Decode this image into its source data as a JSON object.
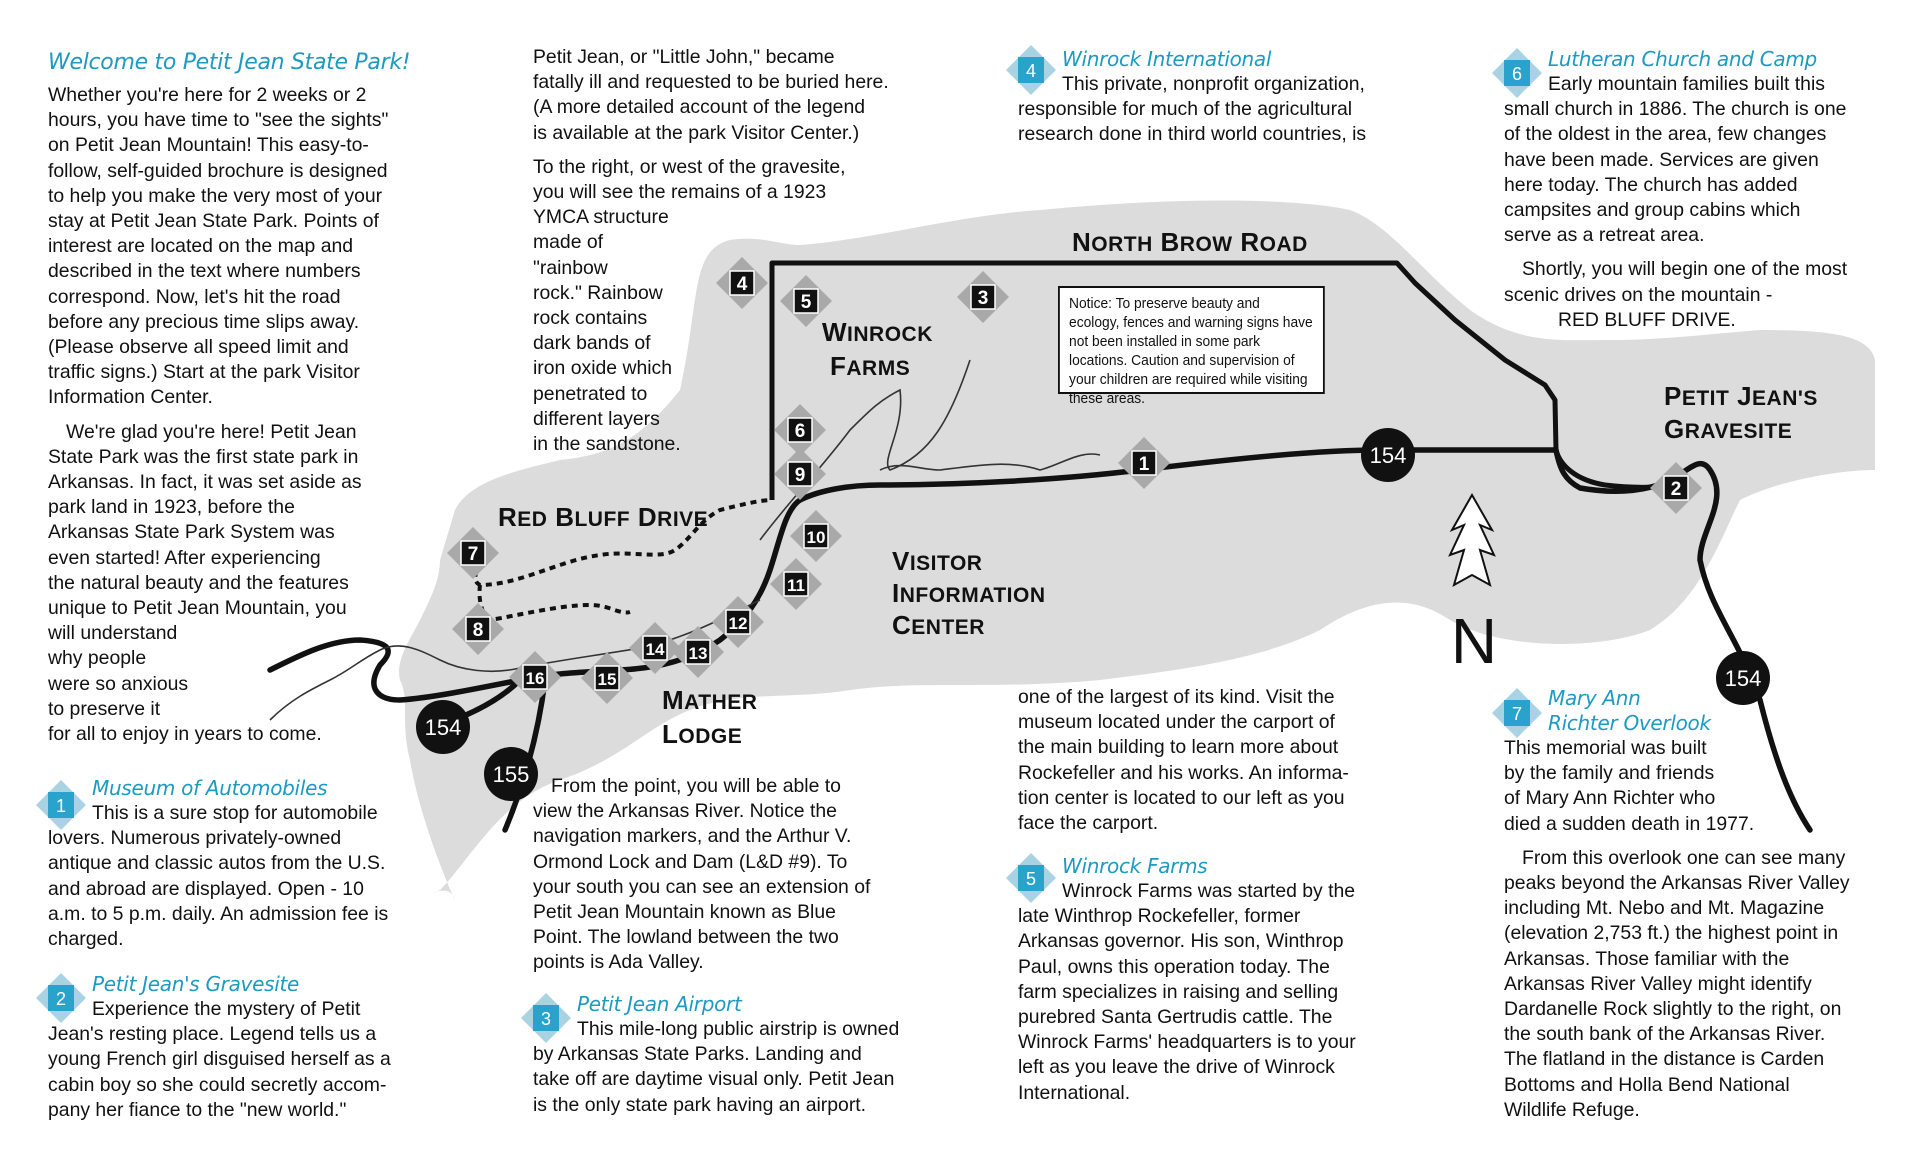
{
  "map": {
    "labels": {
      "north_brow_road": "North Brow Road",
      "winrock_farms_1": "Winrock",
      "winrock_farms_2": "Farms",
      "red_bluff_drive": "Red Bluff Drive",
      "visitor_center_1": "Visitor",
      "visitor_center_2": "Information",
      "visitor_center_3": "Center",
      "mather_lodge_1": "Mather",
      "mather_lodge_2": "Lodge",
      "petit_jeans_gravesite_1": "Petit Jean's",
      "petit_jeans_gravesite_2": "Gravesite",
      "north_arrow": "N"
    },
    "highway_shields": [
      "154",
      "154",
      "154",
      "155"
    ],
    "markers": [
      "1",
      "2",
      "3",
      "4",
      "5",
      "6",
      "7",
      "8",
      "9",
      "10",
      "11",
      "12",
      "13",
      "14",
      "15",
      "16"
    ],
    "notice": "Notice:  To preserve beauty and ecology, fences and warning signs have not been installed in some park locations.  Caution and supervision of your children are required while visiting these areas."
  },
  "col1": {
    "welcome_title": "Welcome to Petit Jean State Park!",
    "welcome_p1": "Whether you're here for 2 weeks or 2\nhours, you have time to \"see the sights\"\non Petit Jean Mountain!  This easy-to-\nfollow, self-guided brochure is designed\nto help you make the very most of your\nstay at Petit Jean State Park.  Points of\ninterest are located on the map and\ndescribed in the text where numbers\ncorrespond.  Now, let's hit the road\nbefore any precious time slips away.\n(Please observe all speed limit and\ntraffic signs.)  Start at the park Visitor\nInformation Center.",
    "welcome_p2": "We're glad you're here!  Petit Jean\nState Park was the first state park in\nArkansas.  In fact, it was set aside as\npark land in 1923, before the\nArkansas State Park System was\neven started!  After experiencing\nthe natural beauty and the features\nunique to Petit Jean Mountain, you\nwill understand\nwhy people\nwere so anxious\nto preserve it\nfor all to enjoy in years to come.",
    "s1_num": "1",
    "s1_title": "Museum of Automobiles",
    "s1_text": "This is a sure stop for automobile\nlovers.  Numerous privately-owned\nantique and classic autos from the U.S.\nand abroad are displayed.  Open - 10\na.m. to 5 p.m. daily.  An admission fee is\ncharged.",
    "s2_num": "2",
    "s2_title": "Petit Jean's Gravesite",
    "s2_text": "Experience the mystery of Petit\nJean's resting place.  Legend tells us a\nyoung French girl disguised herself as a\ncabin boy so she could secretly accom-\npany her fiance to the \"new world.\""
  },
  "col2": {
    "p1": "Petit Jean, or \"Little John,\" became\nfatally ill and requested to be buried here.\n(A more detailed account of the legend\nis available at the park Visitor Center.)",
    "p2": "To the right, or west of the gravesite,\nyou will see the remains of a 1923\nYMCA structure\nmade of\n\"rainbow\nrock.\"  Rainbow\nrock contains\ndark bands of\niron oxide which\npenetrated to\ndifferent layers\nin the sandstone.",
    "p3": "From the point, you will be able to\nview the Arkansas River.  Notice the\nnavigation markers, and the Arthur V.\nOrmond Lock and Dam (L&D #9).  To\nyour south you can see an extension of\nPetit Jean Mountain known as Blue\nPoint.  The lowland between the two\npoints is Ada Valley.",
    "s3_num": "3",
    "s3_title": "Petit Jean Airport",
    "s3_text": "This mile-long public airstrip is owned\nby Arkansas State Parks.  Landing and\ntake off are daytime visual only.  Petit Jean\nis the only state park having an airport."
  },
  "col3": {
    "s4_num": "4",
    "s4_title": "Winrock International",
    "s4_text": "This private, nonprofit organization,\nresponsible for much of the agricultural\nresearch done in third world countries, is",
    "p_cont": "one of the largest of its kind.  Visit the\nmuseum located under the carport of\nthe main building to learn more about\nRockefeller and his works.  An informa-\ntion center is located to our left as you\nface the carport.",
    "s5_num": "5",
    "s5_title": "Winrock Farms",
    "s5_text": "Winrock Farms was started by the\nlate Winthrop Rockefeller, former\nArkansas governor.  His son, Winthrop\nPaul, owns this operation today.  The\nfarm specializes in raising and selling\npurebred Santa Gertrudis cattle.  The\nWinrock Farms' headquarters is to your\nleft as you leave the drive of Winrock\nInternational."
  },
  "col4": {
    "s6_num": "6",
    "s6_title": "Lutheran Church and Camp",
    "s6_text": "Early mountain families built this\nsmall church in 1886.  The church is one\nof the oldest in the area, few changes\nhave been made.  Services are given\nhere today.  The church has added\ncampsites and group cabins which\nserve as a retreat area.",
    "p_shortly": "Shortly, you will begin one of the most\nscenic drives on the mountain -",
    "p_red": "RED BLUFF DRIVE.",
    "s7_num": "7",
    "s7_title_1": "Mary Ann",
    "s7_title_2": "Richter Overlook",
    "s7_text": "This memorial was built\nby the family and friends\nof Mary Ann Richter who\ndied a sudden death in 1977.",
    "p_overlook": "From this overlook one can see many\npeaks beyond the Arkansas River Valley\nincluding Mt. Nebo and Mt. Magazine\n(elevation 2,753 ft.) the highest point in\nArkansas.  Those familiar with the\nArkansas River Valley might identify\nDardanelle Rock slightly to the right, on\nthe south bank of the Arkansas River.\nThe flatland in the distance is Carden\nBottoms and Holla Bend National\nWildlife Refuge."
  },
  "colors": {
    "heading": "#1c9ac0",
    "map_area": "#dcdcdc",
    "marker_diamond": "#a9a9a9",
    "marker_box": "#111111",
    "badge_blue": "#2aa3cc",
    "badge_diamond": "#a9d3e3"
  }
}
